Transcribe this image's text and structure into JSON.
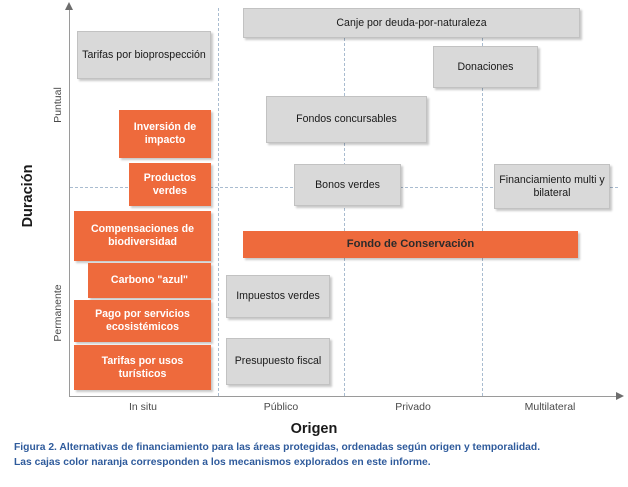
{
  "figure": {
    "axes": {
      "y_title": "Duración",
      "x_title": "Origen",
      "y_ticks": [
        "Puntual",
        "Permanente"
      ],
      "x_ticks": [
        "In situ",
        "Público",
        "Privado",
        "Multilateral"
      ]
    },
    "colors": {
      "orange": "#ee6a3c",
      "gray": "#d9d9d9",
      "guide": "#a9bcd0",
      "axis": "#9a9a9a",
      "caption": "#2f5b9c"
    },
    "boxes": [
      {
        "label": "Canje por deuda-por-naturaleza",
        "color": "gray"
      },
      {
        "label": "Tarifas por bioprospección",
        "color": "gray"
      },
      {
        "label": "Donaciones",
        "color": "gray"
      },
      {
        "label": "Fondos concursables",
        "color": "gray"
      },
      {
        "label": "Inversión de impacto",
        "color": "orange"
      },
      {
        "label": "Productos verdes",
        "color": "orange"
      },
      {
        "label": "Bonos verdes",
        "color": "gray"
      },
      {
        "label": "Financiamiento multi y bilateral",
        "color": "gray"
      },
      {
        "label": "Compensaciones de biodiversidad",
        "color": "orange"
      },
      {
        "label": "Fondo de Conservación",
        "color": "orange"
      },
      {
        "label": "Carbono \"azul\"",
        "color": "orange"
      },
      {
        "label": "Impuestos verdes",
        "color": "gray"
      },
      {
        "label": "Pago por servicios ecosistémicos",
        "color": "orange"
      },
      {
        "label": "Presupuesto fiscal",
        "color": "gray"
      },
      {
        "label": "Tarifas por usos turísticos",
        "color": "orange"
      }
    ],
    "caption": {
      "line1": "Figura 2. Alternativas de financiamiento para las áreas protegidas, ordenadas según origen y temporalidad.",
      "line2": "Las cajas color naranja corresponden a los mecanismos explorados en este informe."
    }
  },
  "chart_data": {
    "type": "scatter",
    "title": "Alternativas de financiamiento para las áreas protegidas",
    "xlabel": "Origen",
    "ylabel": "Duración",
    "x_categories": [
      "In situ",
      "Público",
      "Privado",
      "Multilateral"
    ],
    "y_categories": [
      "Puntual",
      "Permanente"
    ],
    "grid": "dashed category separators",
    "legend": "none",
    "items": [
      {
        "label": "Canje por deuda-por-naturaleza",
        "color": "gray",
        "origin_span": [
          "Público",
          "Multilateral"
        ],
        "duration": "Puntual"
      },
      {
        "label": "Tarifas por bioprospección",
        "color": "gray",
        "origin_span": [
          "In situ",
          "In situ"
        ],
        "duration": "Puntual"
      },
      {
        "label": "Donaciones",
        "color": "gray",
        "origin_span": [
          "Privado",
          "Privado"
        ],
        "duration": "Puntual"
      },
      {
        "label": "Fondos concursables",
        "color": "gray",
        "origin_span": [
          "Público",
          "Público"
        ],
        "duration": "Puntual"
      },
      {
        "label": "Inversión de impacto",
        "color": "orange",
        "origin_span": [
          "In situ",
          "In situ"
        ],
        "duration": "Puntual"
      },
      {
        "label": "Productos verdes",
        "color": "orange",
        "origin_span": [
          "In situ",
          "In situ"
        ],
        "duration": "Puntual/Permanente"
      },
      {
        "label": "Bonos verdes",
        "color": "gray",
        "origin_span": [
          "Público",
          "Público"
        ],
        "duration": "Puntual/Permanente"
      },
      {
        "label": "Financiamiento multi y bilateral",
        "color": "gray",
        "origin_span": [
          "Multilateral",
          "Multilateral"
        ],
        "duration": "Puntual/Permanente"
      },
      {
        "label": "Compensaciones de biodiversidad",
        "color": "orange",
        "origin_span": [
          "In situ",
          "In situ"
        ],
        "duration": "Permanente"
      },
      {
        "label": "Fondo de Conservación",
        "color": "orange",
        "origin_span": [
          "Público",
          "Multilateral"
        ],
        "duration": "Permanente"
      },
      {
        "label": "Carbono \"azul\"",
        "color": "orange",
        "origin_span": [
          "In situ",
          "In situ"
        ],
        "duration": "Permanente"
      },
      {
        "label": "Impuestos verdes",
        "color": "gray",
        "origin_span": [
          "Público",
          "Público"
        ],
        "duration": "Permanente"
      },
      {
        "label": "Pago por servicios ecosistémicos",
        "color": "orange",
        "origin_span": [
          "In situ",
          "In situ"
        ],
        "duration": "Permanente"
      },
      {
        "label": "Presupuesto fiscal",
        "color": "gray",
        "origin_span": [
          "Público",
          "Público"
        ],
        "duration": "Permanente"
      },
      {
        "label": "Tarifas por usos turísticos",
        "color": "orange",
        "origin_span": [
          "In situ",
          "In situ"
        ],
        "duration": "Permanente"
      }
    ]
  }
}
